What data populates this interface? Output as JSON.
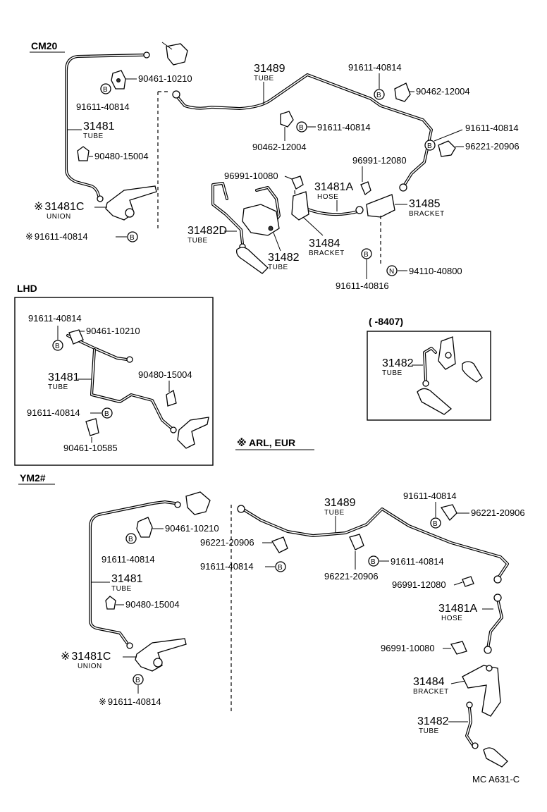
{
  "sections": {
    "cm20": "CM20",
    "lhd": "LHD",
    "inset": "(        -8407)",
    "arl_eur": "※ ARL, EUR",
    "ym2": "YM2#"
  },
  "markers": {
    "b": "B",
    "n": "N",
    "star": "※"
  },
  "words": {
    "tube": "TUBE",
    "hose": "HOSE",
    "union": "UNION",
    "bracket": "BRACKET"
  },
  "parts": {
    "p31489": "31489",
    "p31481": "31481",
    "p31481a": "31481A",
    "p31481c": "31481C",
    "p31482": "31482",
    "p31482d": "31482D",
    "p31484": "31484",
    "p31485": "31485",
    "n91611_40814": "91611-40814",
    "n91611_40816": "91611-40816",
    "n90461_10210": "90461-10210",
    "n90461_10585": "90461-10585",
    "n90462_12004": "90462-12004",
    "n90480_15004": "90480-15004",
    "n96221_20906": "96221-20906",
    "n96991_10080": "96991-10080",
    "n96991_12080": "96991-12080",
    "n94110_40800": "94110-40800"
  },
  "footer": {
    "code": "MC   A631-C"
  }
}
